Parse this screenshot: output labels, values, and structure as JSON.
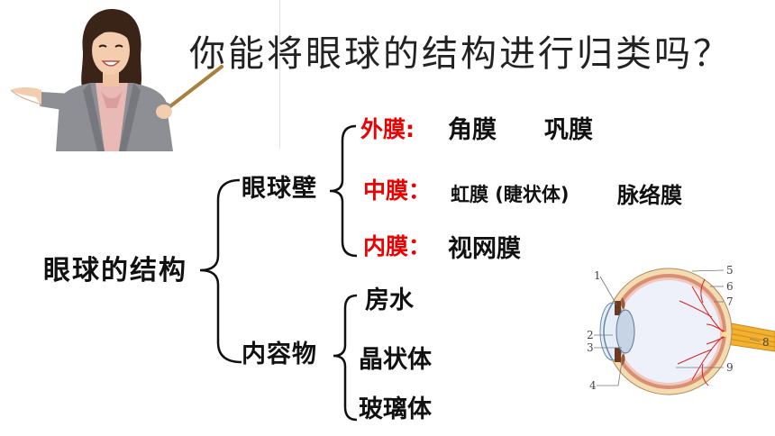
{
  "slide": {
    "title": "你能将眼球的结构进行归类吗？"
  },
  "tree": {
    "root": "眼球的结构",
    "wall": {
      "label": "眼球壁",
      "layers": [
        {
          "name": "外膜:",
          "parts": [
            "角膜",
            "巩膜"
          ]
        },
        {
          "name": "中膜：",
          "parts": [
            "虹膜 (睫状体)",
            "脉络膜"
          ]
        },
        {
          "name": "内膜：",
          "parts": [
            "视网膜"
          ]
        }
      ]
    },
    "contents": {
      "label": "内容物",
      "parts": [
        "房水",
        "晶状体",
        "玻璃体"
      ]
    }
  },
  "eye_diagram": {
    "labels": [
      "1",
      "2",
      "3",
      "4",
      "5",
      "6",
      "7",
      "8",
      "9"
    ]
  },
  "images": {
    "teacher": "teacher-pointing-photo",
    "eye": "eyeball-cross-section"
  },
  "colors": {
    "text": "#111111",
    "membrane_label": "#ee0000",
    "brace": "#111111"
  }
}
